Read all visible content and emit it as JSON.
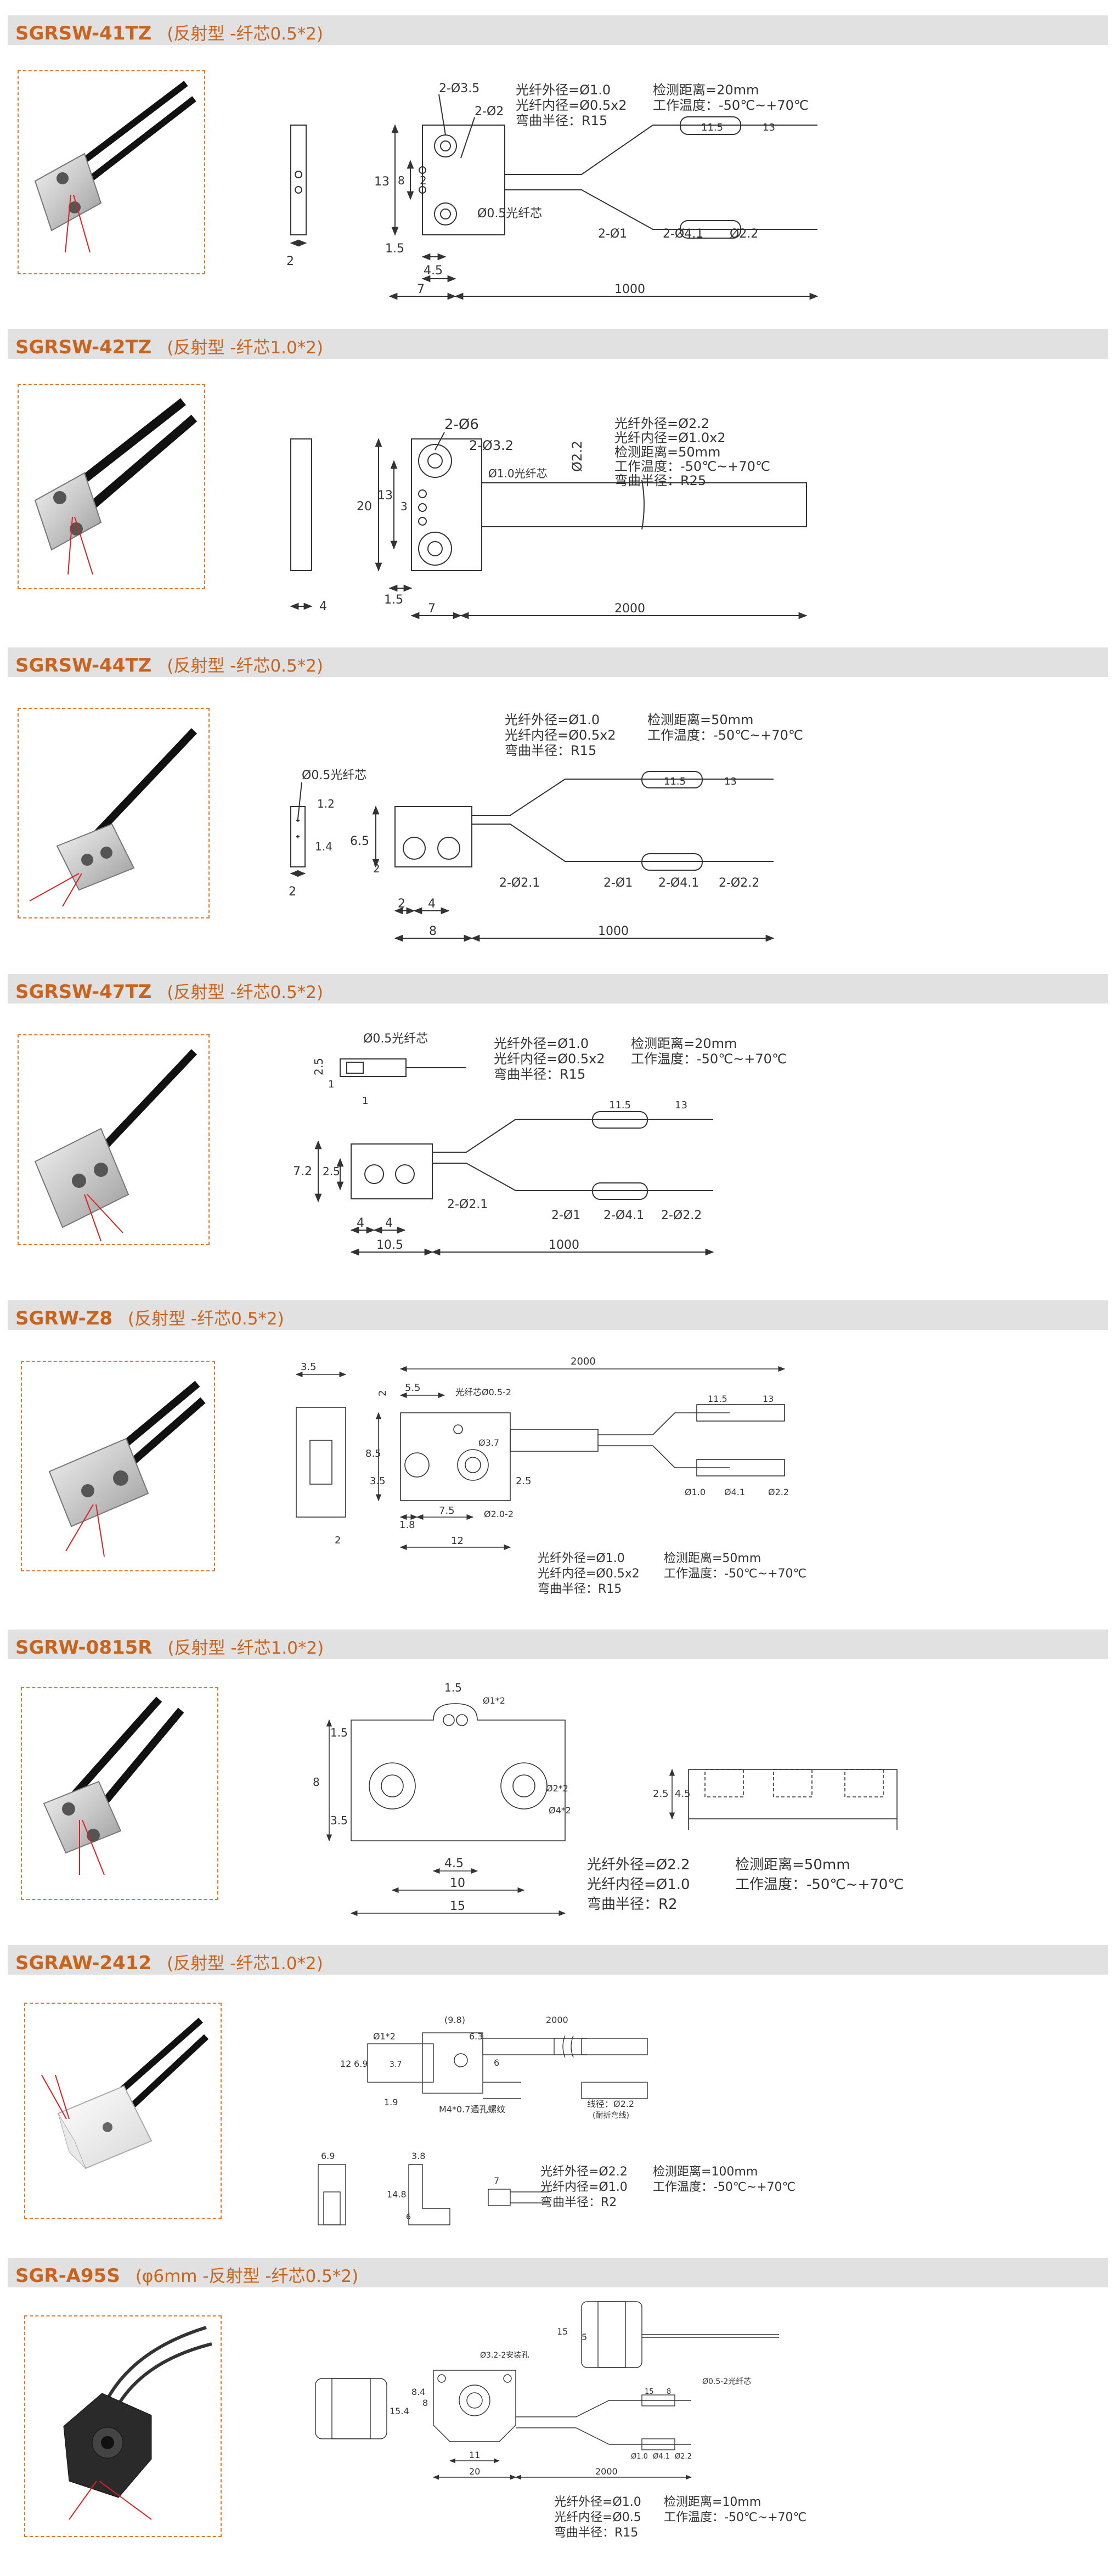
{
  "sections": [
    {
      "model": "SGRSW-41TZ",
      "type": "(反射型 -纤芯0.5*2)",
      "dims": {
        "hole": "2-Ø3.5",
        "slot": "2-Ø2",
        "h": "13",
        "w8": "8",
        "w2": "2",
        "t": "2",
        "a": "1.5",
        "b": "4.5",
        "c": "7",
        "len": "1000",
        "core": "Ø0.5光纤芯",
        "d1": "2-Ø1",
        "d4": "2-Ø4.1",
        "d22": "Ø2.2",
        "l115": "11.5",
        "l13": "13"
      },
      "specs": {
        "outer": "光纤外径=Ø1.0",
        "inner": "光纤内径=Ø0.5x2",
        "bend": "弯曲半径：R15",
        "dist": "检测距离=20mm",
        "temp": "工作温度：-50℃~+70℃"
      }
    },
    {
      "model": "SGRSW-42TZ",
      "type": "(反射型 -纤芯1.0*2)",
      "dims": {
        "hole": "2-Ø6",
        "slot": "2-Ø3.2",
        "core": "Ø1.0光纤芯",
        "dia": "Ø2.2",
        "h": "20",
        "w13": "13",
        "w3": "3",
        "t": "4",
        "a": "1.5",
        "c": "7",
        "len": "2000"
      },
      "specs": {
        "outer": "光纤外径=Ø2.2",
        "inner": "光纤内径=Ø1.0x2",
        "dist": "检测距离=50mm",
        "temp": "工作温度：-50℃~+70℃",
        "bend": "弯曲半径：R25"
      }
    },
    {
      "model": "SGRSW-44TZ",
      "type": "(反射型 -纤芯0.5*2)",
      "dims": {
        "core": "Ø0.5光纤芯",
        "d12": "1.2",
        "d14": "1.4",
        "t": "2",
        "h": "6.5",
        "w2": "2",
        "a": "2",
        "b": "4",
        "c": "8",
        "len": "1000",
        "hole": "2-Ø2.1",
        "d1": "2-Ø1",
        "d4": "2-Ø4.1",
        "d22": "2-Ø2.2",
        "l115": "11.5",
        "l13": "13"
      },
      "specs": {
        "outer": "光纤外径=Ø1.0",
        "inner": "光纤内径=Ø0.5x2",
        "bend": "弯曲半径：R15",
        "dist": "检测距离=50mm",
        "temp": "工作温度：-50℃~+70℃"
      }
    },
    {
      "model": "SGRSW-47TZ",
      "type": "(反射型 -纤芯0.5*2)",
      "dims": {
        "core": "Ø0.5光纤芯",
        "d25": "2.5",
        "d1a": "1",
        "d1b": "1",
        "h72": "7.2",
        "h25": "2.5",
        "a": "4",
        "b": "4",
        "c": "10.5",
        "len": "1000",
        "hole": "2-Ø2.1",
        "d1": "2-Ø1",
        "d4": "2-Ø4.1",
        "d22": "2-Ø2.2",
        "l115": "11.5",
        "l13": "13"
      },
      "specs": {
        "outer": "光纤外径=Ø1.0",
        "inner": "光纤内径=Ø0.5x2",
        "bend": "弯曲半径：R15",
        "dist": "检测距离=20mm",
        "temp": "工作温度：-50℃~+70℃"
      }
    },
    {
      "model": "SGRW-Z8",
      "type": "(反射型 -纤芯0.5*2)",
      "dims": {
        "top": "3.5",
        "len": "2000",
        "d55": "5.5",
        "d2": "2",
        "core": "光纤芯Ø0.5-2",
        "d37": "Ø3.7",
        "h85": "8.5",
        "h35": "3.5",
        "h25": "2.5",
        "a": "1.8",
        "b": "7.5",
        "c": "12",
        "hole": "Ø2.0-2",
        "t": "2",
        "l115": "11.5",
        "l13": "13",
        "d10": "Ø1.0",
        "d41": "Ø4.1",
        "d22": "Ø2.2"
      },
      "specs": {
        "outer": "光纤外径=Ø1.0",
        "inner": "光纤内径=Ø0.5x2",
        "bend": "弯曲半径：R15",
        "dist": "检测距离=50mm",
        "temp": "工作温度：-50℃~+70℃"
      }
    },
    {
      "model": "SGRW-0815R",
      "type": "(反射型 -纤芯1.0*2)",
      "dims": {
        "d15": "1.5",
        "hole": "Ø1*2",
        "h8": "8",
        "h15": "1.5",
        "h35": "3.5",
        "c2": "Ø2*2",
        "c4": "Ø4*2",
        "a": "4.5",
        "b": "10",
        "c": "15",
        "s45": "4.5",
        "s25": "2.5"
      },
      "specs": {
        "outer": "光纤外径=Ø2.2",
        "inner": "光纤内径=Ø1.0",
        "bend": "弯曲半径：R2",
        "dist": "检测距离=50mm",
        "temp": "工作温度：-50℃~+70℃"
      }
    },
    {
      "model": "SGRAW-2412",
      "type": "(反射型 -纤芯1.0*2)",
      "dims": {
        "d98": "(9.8)",
        "len": "2000",
        "d1": "Ø1*2",
        "d63": "6.3",
        "d6": "6",
        "d12": "12",
        "d69": "6.9",
        "d37": "3.7",
        "d19": "1.9",
        "m": "M4*0.7通孔螺纹",
        "wire": "线径：Ø2.2",
        "wire2": "(耐折弯线)",
        "b69": "6.9",
        "b38": "3.8",
        "b148": "14.8",
        "b7": "7",
        "b6": "6"
      },
      "specs": {
        "outer": "光纤外径=Ø2.2",
        "inner": "光纤内径=Ø1.0",
        "bend": "弯曲半径：R2",
        "dist": "检测距离=100mm",
        "temp": "工作温度：-50℃~+70℃"
      }
    },
    {
      "model": "SGR-A95S",
      "type": "(φ6mm -反射型 -纤芯0.5*2)",
      "dims": {
        "h154": "15.4",
        "h84": "8.4",
        "d8": "8",
        "hole": "Ø3.2-2安装孔",
        "d11": "11",
        "d20": "20",
        "len": "2000",
        "r5": "5",
        "r15": "15",
        "core": "Ø0.5-2光纤芯",
        "l15": "15",
        "l8": "8",
        "d10": "Ø1.0",
        "d41": "Ø4.1",
        "d22": "Ø2.2"
      },
      "specs": {
        "outer": "光纤外径=Ø1.0",
        "inner": "光纤内径=Ø0.5",
        "bend": "弯曲半径：R15",
        "dist": "检测距离=10mm",
        "temp": "工作温度：-50℃~+70℃"
      }
    }
  ]
}
